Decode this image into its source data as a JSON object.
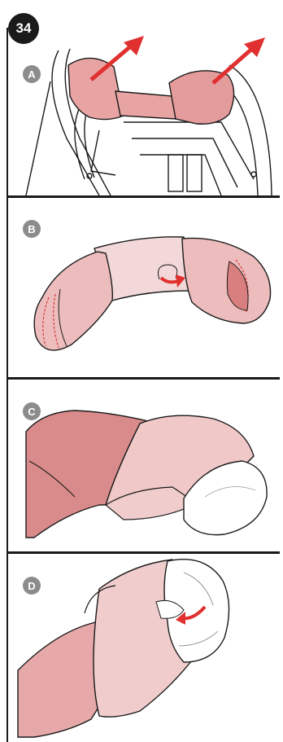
{
  "step_number": "34",
  "panels": [
    {
      "label": "A"
    },
    {
      "label": "B"
    },
    {
      "label": "C"
    },
    {
      "label": "D"
    }
  ],
  "colors": {
    "pad_fill": "#e8a3a3",
    "pad_dark": "#d97f7f",
    "pad_light": "#f2d2d2",
    "outline": "#1a1a1a",
    "arrow": "#e0302f",
    "badge_grey": "#8c8c8c"
  },
  "icons": [
    "arrow-up-right-icon",
    "curved-arrow-icon"
  ]
}
